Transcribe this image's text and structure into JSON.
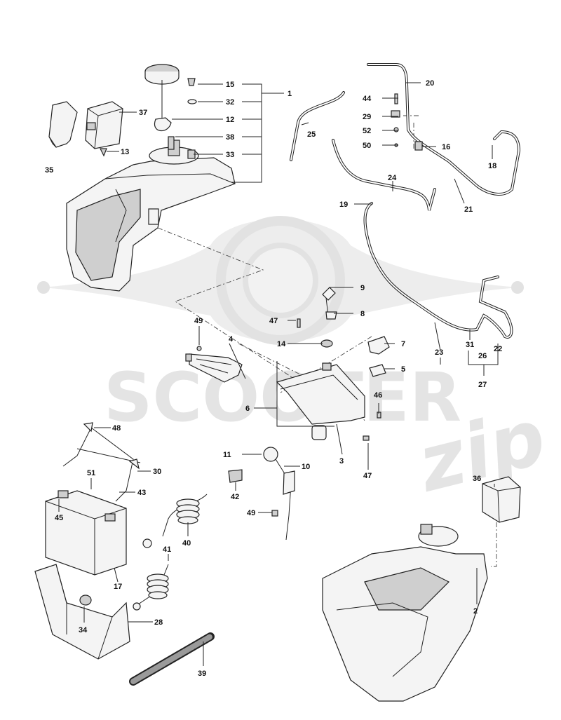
{
  "watermark": {
    "brand": "SCOOTER",
    "script": "zip"
  },
  "callouts": [
    {
      "id": "c1",
      "label": "1"
    },
    {
      "id": "c2",
      "label": "2"
    },
    {
      "id": "c3",
      "label": "3"
    },
    {
      "id": "c4",
      "label": "4"
    },
    {
      "id": "c5",
      "label": "5"
    },
    {
      "id": "c6",
      "label": "6"
    },
    {
      "id": "c7",
      "label": "7"
    },
    {
      "id": "c8",
      "label": "8"
    },
    {
      "id": "c9",
      "label": "9"
    },
    {
      "id": "c10",
      "label": "10"
    },
    {
      "id": "c11",
      "label": "11"
    },
    {
      "id": "c12",
      "label": "12"
    },
    {
      "id": "c13",
      "label": "13"
    },
    {
      "id": "c14",
      "label": "14"
    },
    {
      "id": "c15",
      "label": "15"
    },
    {
      "id": "c16",
      "label": "16"
    },
    {
      "id": "c17",
      "label": "17"
    },
    {
      "id": "c18",
      "label": "18"
    },
    {
      "id": "c19",
      "label": "19"
    },
    {
      "id": "c20",
      "label": "20"
    },
    {
      "id": "c21",
      "label": "21"
    },
    {
      "id": "c22",
      "label": "22"
    },
    {
      "id": "c23",
      "label": "23"
    },
    {
      "id": "c24",
      "label": "24"
    },
    {
      "id": "c25",
      "label": "25"
    },
    {
      "id": "c26",
      "label": "26"
    },
    {
      "id": "c27",
      "label": "27"
    },
    {
      "id": "c28",
      "label": "28"
    },
    {
      "id": "c29",
      "label": "29"
    },
    {
      "id": "c30",
      "label": "30"
    },
    {
      "id": "c31",
      "label": "31"
    },
    {
      "id": "c32",
      "label": "32"
    },
    {
      "id": "c33",
      "label": "33"
    },
    {
      "id": "c34",
      "label": "34"
    },
    {
      "id": "c35",
      "label": "35"
    },
    {
      "id": "c36",
      "label": "36"
    },
    {
      "id": "c37",
      "label": "37"
    },
    {
      "id": "c38",
      "label": "38"
    },
    {
      "id": "c39",
      "label": "39"
    },
    {
      "id": "c40",
      "label": "40"
    },
    {
      "id": "c41",
      "label": "41"
    },
    {
      "id": "c42",
      "label": "42"
    },
    {
      "id": "c43",
      "label": "43"
    },
    {
      "id": "c44",
      "label": "44"
    },
    {
      "id": "c45",
      "label": "45"
    },
    {
      "id": "c46",
      "label": "46"
    },
    {
      "id": "c47a",
      "label": "47"
    },
    {
      "id": "c47b",
      "label": "47"
    },
    {
      "id": "c48",
      "label": "48"
    },
    {
      "id": "c49a",
      "label": "49"
    },
    {
      "id": "c49b",
      "label": "49"
    },
    {
      "id": "c50",
      "label": "50"
    },
    {
      "id": "c51",
      "label": "51"
    },
    {
      "id": "c52",
      "label": "52"
    }
  ]
}
